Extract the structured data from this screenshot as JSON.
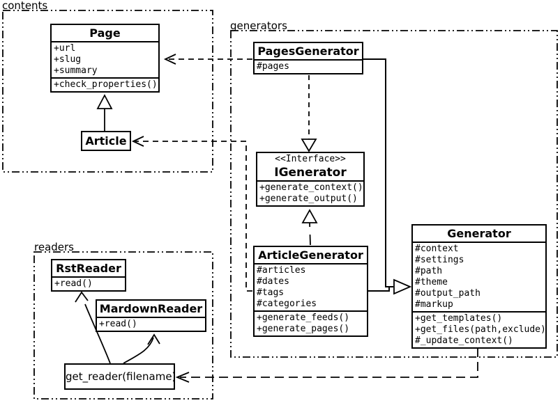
{
  "colors": {
    "background": "#ffffff",
    "stroke": "#000000"
  },
  "packages": {
    "contents": {
      "label": "contents"
    },
    "generators": {
      "label": "generators"
    },
    "readers": {
      "label": "readers"
    }
  },
  "classes": {
    "page": {
      "title": "Page",
      "attrs": [
        "+url",
        "+slug",
        "+summary"
      ],
      "methods": [
        "+check_properties()"
      ]
    },
    "article": {
      "title": "Article"
    },
    "pages_generator": {
      "title": "PagesGenerator",
      "attrs": [
        "#pages"
      ]
    },
    "igenerator": {
      "stereotype": "<<Interface>>",
      "title": "IGenerator",
      "methods": [
        "+generate_context()",
        "+generate_output()"
      ]
    },
    "article_generator": {
      "title": "ArticleGenerator",
      "attrs": [
        "#articles",
        "#dates",
        "#tags",
        "#categories"
      ],
      "methods": [
        "+generate_feeds()",
        "+generate_pages()"
      ]
    },
    "generator": {
      "title": "Generator",
      "attrs": [
        "#context",
        "#settings",
        "#path",
        "#theme",
        "#output_path",
        "#markup"
      ],
      "methods": [
        "+get_templates()",
        "+get_files(path,exclude)",
        "#_update_context()"
      ]
    },
    "rst_reader": {
      "title": "RstReader",
      "methods": [
        "+read()"
      ]
    },
    "mardown_reader": {
      "title": "MardownReader",
      "methods": [
        "+read()"
      ]
    },
    "get_reader": {
      "title": "get_reader(filename)"
    }
  },
  "relationships": [
    {
      "from": "Article",
      "to": "Page",
      "type": "inheritance"
    },
    {
      "from": "PagesGenerator",
      "to": "Generator",
      "type": "inheritance"
    },
    {
      "from": "ArticleGenerator",
      "to": "Generator",
      "type": "inheritance"
    },
    {
      "from": "PagesGenerator",
      "to": "IGenerator",
      "type": "realization"
    },
    {
      "from": "ArticleGenerator",
      "to": "IGenerator",
      "type": "realization"
    },
    {
      "from": "PagesGenerator",
      "to": "Page",
      "type": "dependency"
    },
    {
      "from": "ArticleGenerator",
      "to": "Article",
      "type": "dependency"
    },
    {
      "from": "Generator",
      "to": "get_reader(filename)",
      "type": "dependency"
    },
    {
      "from": "get_reader(filename)",
      "to": "RstReader",
      "type": "call"
    },
    {
      "from": "get_reader(filename)",
      "to": "MardownReader",
      "type": "call"
    }
  ]
}
